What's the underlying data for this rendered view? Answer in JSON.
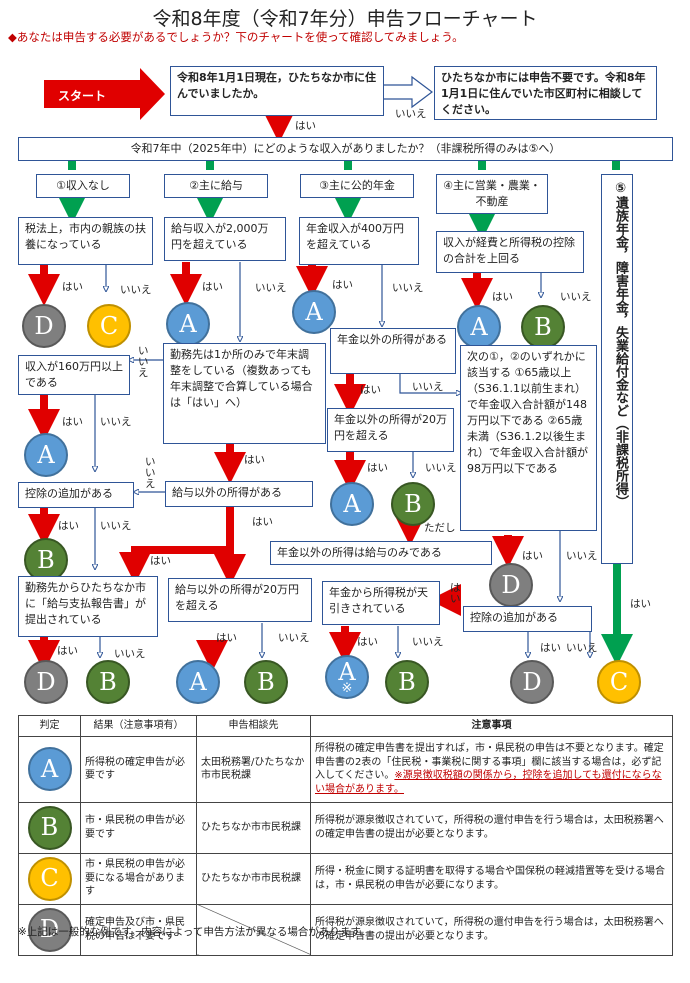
{
  "title": "令和8年度（令和7年分）申告フローチャート",
  "subtitle": "◆あなたは申告する必要があるでしょうか？下のチャートを使って確認してみましょう。",
  "start_label": "スタート",
  "answers": {
    "yes": "はい",
    "no": "いいえ",
    "tadashi": "ただし"
  },
  "nodes": {
    "q_residence": "令和8年1月1日現在，ひたちなか市に住んでいましたか。",
    "no_need": "ひたちなか市には申告不要です。令和8年1月1日に住んでいた市区町村に相談してください。",
    "q_income": "令和7年中（2025年中）にどのような収入がありましたか？（非課税所得のみは⑤へ）",
    "cat1": "①収入なし",
    "cat2": "②主に給与",
    "cat3": "③主に公的年金",
    "cat4": "④主に営業・農業・不動産",
    "cat5": "⑤遺族年金，障害年金，失業給付金など（非課税所得）",
    "q_dependent": "税法上，市内の親族の扶養になっている",
    "q_salary_over": "給与収入が2,000万円を超えている",
    "q_pension_over": "年金収入が400万円を超えている",
    "q_business": "収入が経費と所得税の控除の合計を上回る",
    "q_other_income": "年金以外の所得がある",
    "q_income160": "収入が160万円以上である",
    "q_year_end": "勤務先は1か所のみで年末調整をしている（複数あっても年末調整で合算している場合は「はい」へ）",
    "q_other20": "年金以外の所得が20万円を超える",
    "q_conditions": "次の①，②のいずれかに該当する ①65歳以上（S36.1.1以前生まれ）で年金収入合計額が148万円以下である ②65歳未満（S36.1.2以後生まれ）で年金収入合計額が98万円以下である",
    "q_salary_other": "給与以外の所得がある",
    "q_deduction1": "控除の追加がある",
    "note_pension_salary": "年金以外の所得は給与のみである",
    "q_report": "勤務先からひたちなか市に「給与支払報告書」が提出されている",
    "q_salary_other20": "給与以外の所得が20万円を超える",
    "q_withheld": "年金から所得税が天引きされている",
    "q_deduction2": "控除の追加がある"
  },
  "results": {
    "A": "A",
    "B": "B",
    "C": "C",
    "D": "D",
    "mark": "※"
  },
  "legend": {
    "headers": [
      "判定",
      "結果（注意事項有）",
      "申告相談先",
      "注意事項"
    ],
    "rows": [
      {
        "grade": "A",
        "result": "所得税の確定申告が必要です",
        "office": "太田税務署/ひたちなか市市民税課",
        "note": "所得税の確定申告書を提出すれば，市・県民税の申告は不要となります。確定申告書の2表の「住民税・事業税に関する事項」欄に該当する場合は，必ず記入してください。",
        "note_red": "※源泉徴収税額の関係から，控除を追加しても還付にならない場合があります。"
      },
      {
        "grade": "B",
        "result": "市・県民税の申告が必要です",
        "office": "ひたちなか市市民税課",
        "note": "所得税が源泉徴収されていて，所得税の還付申告を行う場合は，太田税務署への確定申告書の提出が必要となります。",
        "note_red": ""
      },
      {
        "grade": "C",
        "result": "市・県民税の申告が必要になる場合があります",
        "office": "ひたちなか市市民税課",
        "note": "所得・税金に関する証明書を取得する場合や国保税の軽減措置等を受ける場合は，市・県民税の申告が必要になります。",
        "note_red": ""
      },
      {
        "grade": "D",
        "result": "確定申告及び市・県民税の申告は不要です",
        "office": "",
        "note": "所得税が源泉徴収されていて，所得税の還付申告を行う場合は，太田税務署への確定申告書の提出が必要となります。",
        "note_red": ""
      }
    ]
  },
  "footnote": "※上記は一般的な例です。内容によって申告方法が異なる場合があります。",
  "colors": {
    "A": "#5b9bd5",
    "B": "#548235",
    "C": "#ffc000",
    "D": "#7f7f7f",
    "arrow_yes": "#e00000",
    "arrow_green": "#00a050",
    "border": "#2f5597"
  }
}
